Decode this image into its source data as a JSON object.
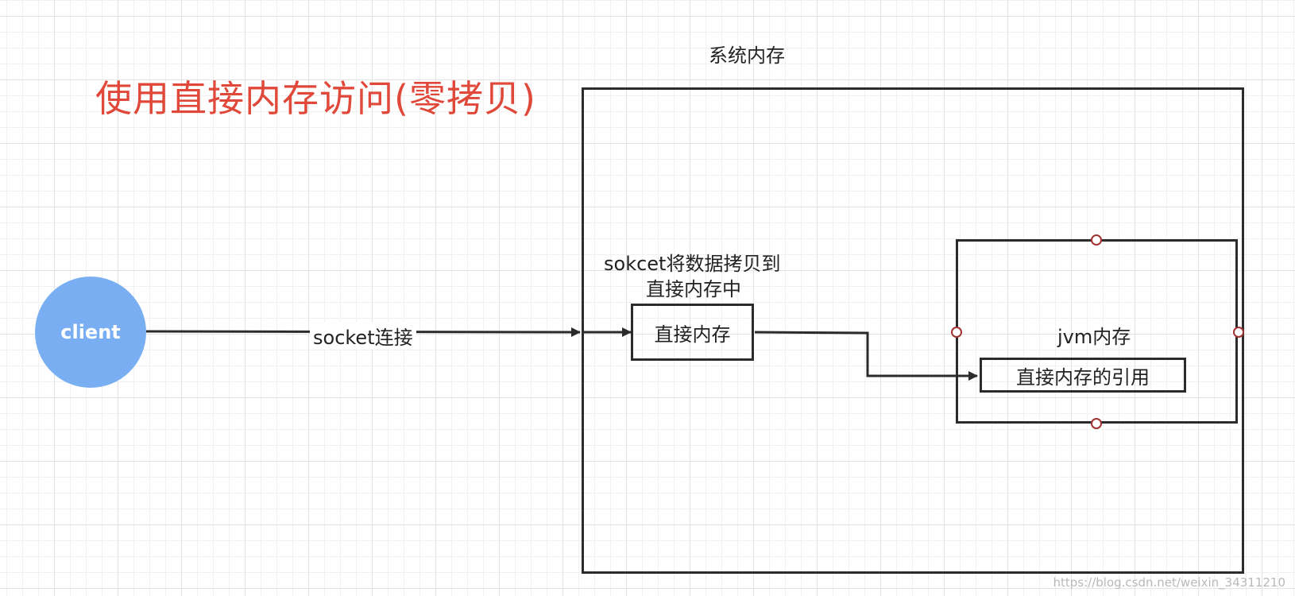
{
  "diagram": {
    "title": "使用直接内存访问(零拷贝)",
    "client_label": "client",
    "connection_label": "socket连接",
    "system_memory_label": "系统内存",
    "copy_note_line1": "sokcet将数据拷贝到",
    "copy_note_line2": "直接内存中",
    "direct_memory_label": "直接内存",
    "jvm_memory_label": "jvm内存",
    "direct_memory_ref_label": "直接内存的引用",
    "watermark": "https://blog.csdn.net/weixin_34311210",
    "colors": {
      "title": "#e0483a",
      "client_fill": "#7aaef3",
      "stroke": "#2b2b2b",
      "handle": "#a03232"
    }
  }
}
